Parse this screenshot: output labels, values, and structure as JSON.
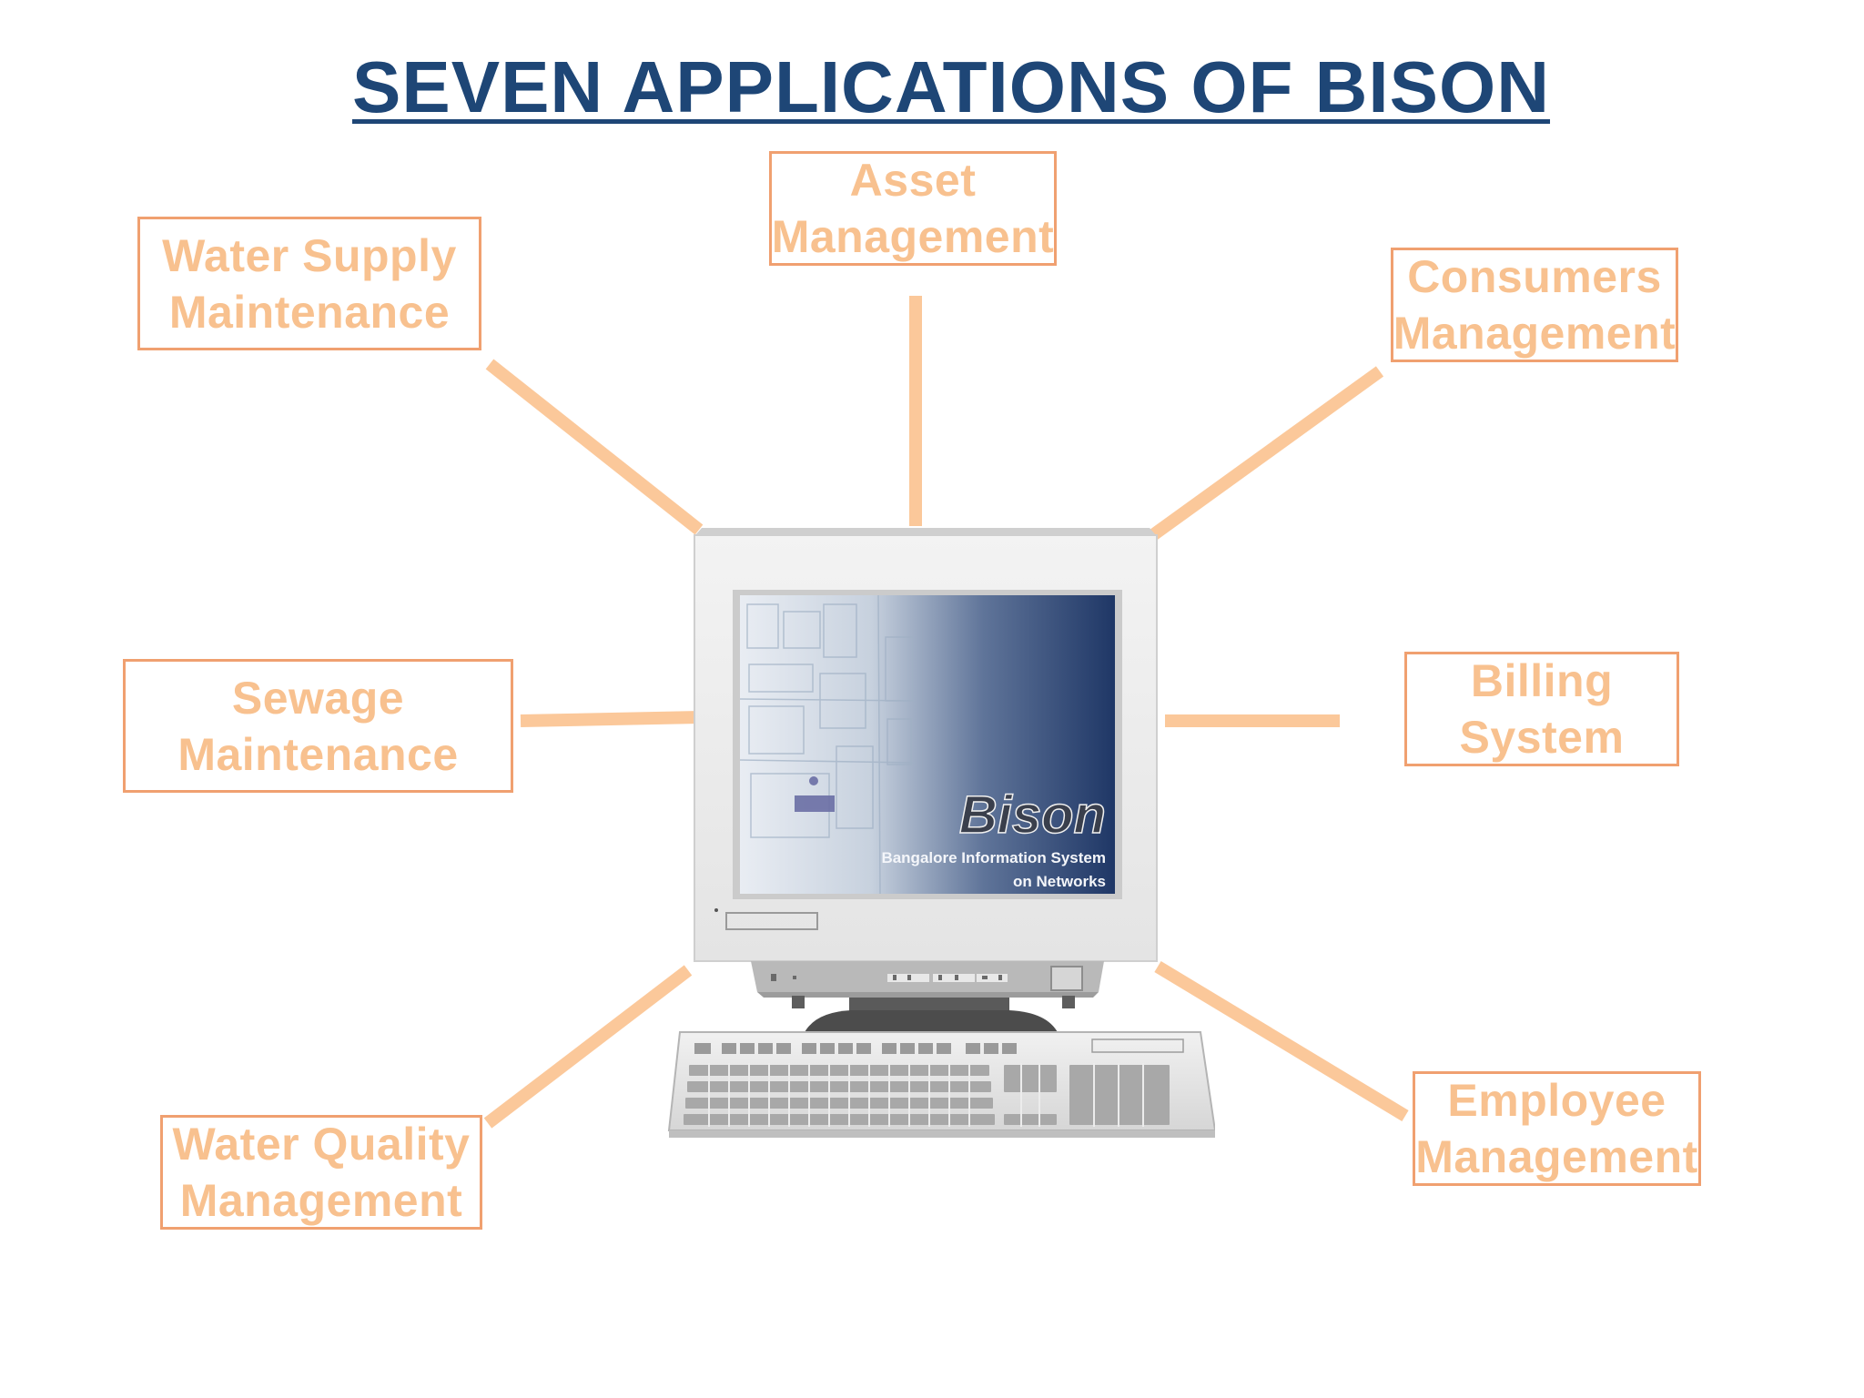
{
  "title": "SEVEN APPLICATIONS OF BISON",
  "applications": [
    {
      "label": "Asset\nManagement"
    },
    {
      "label": "Water Supply\nMaintenance"
    },
    {
      "label": "Consumers\nManagement"
    },
    {
      "label": "Sewage\nMaintenance"
    },
    {
      "label": "Billing\nSystem"
    },
    {
      "label": "Water Quality\nManagement"
    },
    {
      "label": "Employee\nManagement"
    }
  ],
  "screen": {
    "logo_text": "Bison",
    "subtitle_line1": "Bangalore Information System",
    "subtitle_line2": "on Networks"
  },
  "colors": {
    "title": "#1e4676",
    "box_border": "#f0a070",
    "box_text": "#f8c18f",
    "connector": "#fbc89a"
  }
}
